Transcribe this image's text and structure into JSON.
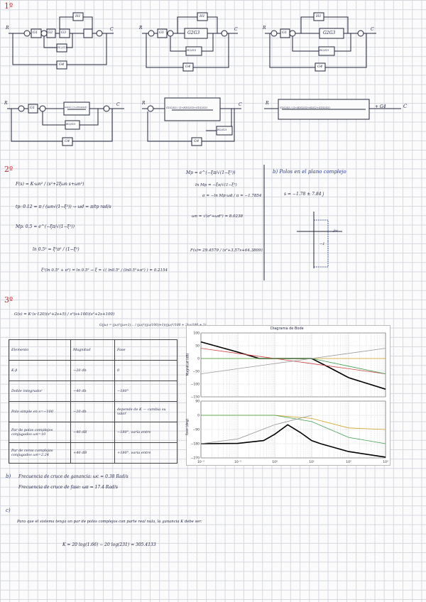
{
  "section1": {
    "number": "1º",
    "diagrams": [
      {
        "R": "R",
        "C": "C",
        "blocks": [
          "G1",
          "G2",
          "G3",
          "H1",
          "H2/G3",
          "G4"
        ]
      },
      {
        "R": "R",
        "C": "C",
        "blocks": [
          "G1",
          "G2G3",
          "H1",
          "H2/G3",
          "G4"
        ]
      },
      {
        "R": "R",
        "C": "C",
        "blocks": [
          "G1",
          "G2G3",
          "H1",
          "H2/G3",
          "G4"
        ]
      },
      {
        "R": "R",
        "C": "C",
        "blocks": [
          "G1",
          "G2G3 / (1+H1G2G3)",
          "H2/G3",
          "G4"
        ]
      },
      {
        "R": "R",
        "C": "C",
        "blocks": [
          "G1G2G3 / (1+H1G2G3+G1G2G3)",
          "H2/G3",
          "G4"
        ]
      },
      {
        "R": "R",
        "C": "C",
        "blocks": [
          "G1G2G3 / (1+H1G2G3+H2G2+G1G2G3)",
          "+ G4"
        ]
      }
    ]
  },
  "section2": {
    "number": "2º",
    "left": [
      "F(s) = K·ωn² / (s²+2ξωn s+ωn²)",
      "tp: 0.12 = π / (ωn√(1−ξ²))  →  ωd = π/tp rad/s",
      "Mp: 0.5 = e^(−ξπ/√(1−ξ²))",
      "ln 0.5² = ξ²π² / (1−ξ²)",
      "ξ²(ln 0.5² + π²) = ln 0.5²  →  ξ = √( ln0.5² / (ln0.5²+π²) ) = 0.2154"
    ],
    "middle": [
      "Mp = e^(−ξπ/√(1−ξ²))",
      "ln Mp = −ξπ/√(1−ξ²)",
      "σ = −ln Mp·ωd / π = −1.7854",
      "ωn = √(σ²+ωd²) = 8.0238",
      "F(s)= 29.4579 / (s²+3.57s+64.3809)"
    ],
    "right": [
      "b) Polos en el plano complejo",
      "s = −1.78 ± 7.84 j"
    ],
    "pole_axis_label": "−1",
    "pole_axis_j": "jω"
  },
  "section3": {
    "number": "3º",
    "G": "G(s) = K·(s·120)(s²+2s+5) / s²(s+100)(s²+2s+100)",
    "G_norm": "G(jω) = (jω)²(jω+1)... / (jω)²((jω/100)+1)((jω)²/100 + 2jω/100 + 1)",
    "table": {
      "headers": [
        "Elemento",
        "Magnitud",
        "Fase"
      ],
      "rows": [
        [
          "K·β",
          "−20 db",
          "0"
        ],
        [
          "Doble integrador",
          "−40 db",
          "−180°"
        ],
        [
          "Polo simple en s=−100",
          "−20 db",
          "depende de K — cambia su valor"
        ],
        [
          "Par de polos complejos conjugados ωn=10",
          "−40 dB",
          "−180°, varía entre"
        ],
        [
          "Par de ceros complejos conjugados ωn=2.24",
          "+40 dB",
          "+180°, varía entre"
        ]
      ]
    },
    "bode": {
      "title": "Diagrama de Bode",
      "mag_ylabel": "Magnitud (dB)",
      "phase_ylabel": "Fase (deg)",
      "x_ticks": [
        "10⁻²",
        "10⁻¹",
        "10⁰",
        "10¹",
        "10²",
        "10³"
      ],
      "mag_ticks": [
        "100",
        "50",
        "0",
        "−50",
        "−100",
        "−150"
      ],
      "phase_ticks": [
        "90",
        "0",
        "−90",
        "−180",
        "−270"
      ]
    },
    "b_lines": [
      "Frecuencia de cruce de ganancia:  ωc = 0.38 Rad/s",
      "Frecuencia de cruce de fase:  ωπ = 17.4 Rad/s"
    ],
    "c_line": "Para que el sistema tenga un par de polos complejos con parte real nula, la ganancia K debe ser:",
    "K_line": "K = 20 log(1.66) − 20 log(231) = 305.4133"
  },
  "chart_data": {
    "type": "line",
    "title": "Diagrama de Bode",
    "xlabel": "",
    "xscale": "log",
    "xlim": [
      0.01,
      1000
    ],
    "panels": [
      {
        "ylabel": "Magnitud (dB)",
        "ylim": [
          -150,
          100
        ],
        "series": [
          {
            "color": "#000000",
            "x": [
              0.01,
              0.1,
              0.38,
              1,
              2.24,
              10,
              30,
              100,
              1000
            ],
            "y": [
              65,
              25,
              0,
              0,
              0,
              0,
              -35,
              -75,
              -120
            ]
          },
          {
            "color": "#d24040",
            "x": [
              0.01,
              0.1,
              1,
              10,
              100,
              1000
            ],
            "y": [
              40,
              20,
              0,
              -20,
              -40,
              -60
            ]
          },
          {
            "color": "#d4a020",
            "x": [
              0.01,
              1,
              10,
              100,
              1000
            ],
            "y": [
              0,
              0,
              0,
              0,
              0
            ]
          },
          {
            "color": "#40a050",
            "x": [
              0.01,
              1,
              10,
              100,
              1000
            ],
            "y": [
              0,
              0,
              0,
              -30,
              -60
            ]
          },
          {
            "color": "#9a9a9a",
            "x": [
              0.01,
              0.1,
              1,
              10,
              100,
              1000
            ],
            "y": [
              -60,
              -40,
              -20,
              0,
              20,
              40
            ]
          }
        ]
      },
      {
        "ylabel": "Fase (deg)",
        "ylim": [
          -270,
          90
        ],
        "series": [
          {
            "color": "#000000",
            "x": [
              0.01,
              0.1,
              0.5,
              1,
              2.24,
              5,
              10,
              17.4,
              100,
              1000
            ],
            "y": [
              -180,
              -178,
              -160,
              -120,
              -60,
              -110,
              -160,
              -180,
              -230,
              -265
            ]
          },
          {
            "color": "#d4a020",
            "x": [
              0.01,
              1,
              10,
              100,
              1000
            ],
            "y": [
              0,
              0,
              -20,
              -80,
              -90
            ]
          },
          {
            "color": "#40a050",
            "x": [
              0.01,
              1,
              10,
              100,
              1000
            ],
            "y": [
              0,
              0,
              -40,
              -140,
              -180
            ]
          },
          {
            "color": "#9a9a9a",
            "x": [
              0.01,
              0.1,
              1,
              10
            ],
            "y": [
              -180,
              -150,
              -60,
              0
            ]
          }
        ]
      }
    ]
  }
}
